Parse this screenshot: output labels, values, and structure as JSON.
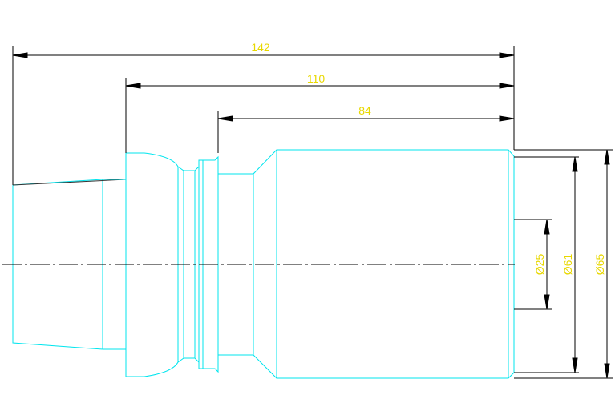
{
  "colors": {
    "part_outline": "#00e5ee",
    "dimension_line": "#000000",
    "dimension_text": "#e8d800",
    "background": "#ffffff"
  },
  "dimensions": {
    "overall_length": "142",
    "length_110": "110",
    "length_84": "84",
    "diameter_25": "Ø25",
    "diameter_61": "Ø61",
    "diameter_65": "Ø65"
  }
}
